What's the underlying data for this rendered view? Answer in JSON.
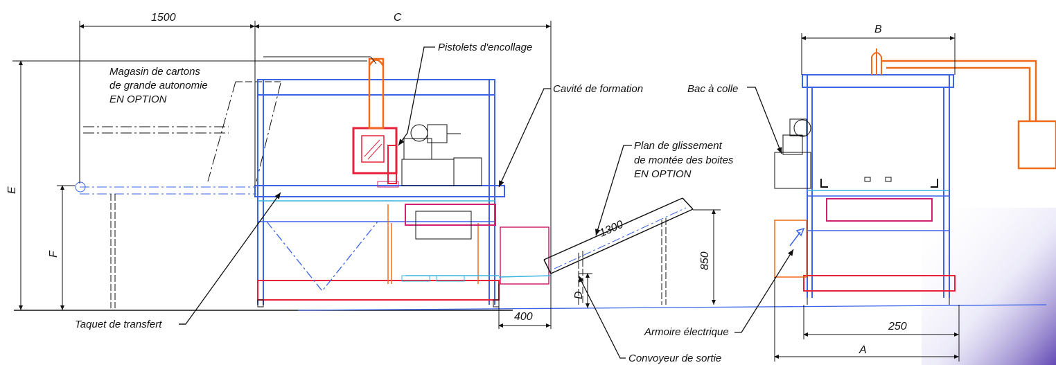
{
  "labels": {
    "magasin": [
      "Magasin de cartons",
      "de grande autonomie",
      "EN OPTION"
    ],
    "pistolets": "Pistolets d'encollage",
    "cavite": "Cavité de formation",
    "bac": "Bac à colle",
    "plan": [
      "Plan de glissement",
      "de montée des boites",
      "EN OPTION"
    ],
    "taquet": "Taquet de transfert",
    "armoire": "Armoire électrique",
    "convoyeur": "Convoyeur de sortie"
  },
  "dimensions": {
    "d1500": "1500",
    "c": "C",
    "b": "B",
    "e": "E",
    "f": "F",
    "d1300": "1300",
    "d850": "850",
    "d": "D",
    "d400": "400",
    "d250": "250",
    "a": "A"
  },
  "colors": {
    "frame": "#3a63e8",
    "glue_unit": "#e8203a",
    "duct": "#f06a1a",
    "panel": "#d0206e",
    "conveyor": "#38b4e0",
    "dimension_line": "#111111"
  }
}
